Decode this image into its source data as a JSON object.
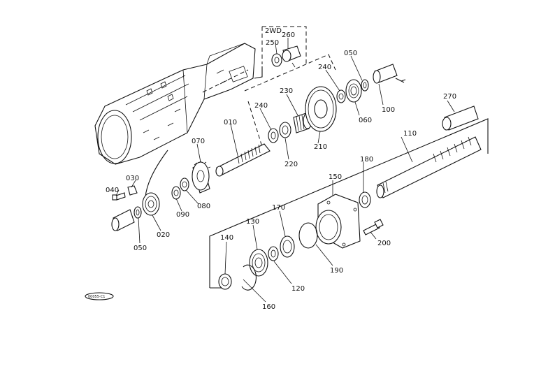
{
  "group_label": "2WD",
  "part_numbers": {
    "p010": "010",
    "p020": "020",
    "p030": "030",
    "p040": "040",
    "p050a": "050",
    "p050b": "050",
    "p060": "060",
    "p070": "070",
    "p080": "080",
    "p090": "090",
    "p100": "100",
    "p110": "110",
    "p120": "120",
    "p130": "130",
    "p140": "140",
    "p150": "150",
    "p160": "160",
    "p170": "170",
    "p180": "180",
    "p190": "190",
    "p200": "200",
    "p210": "210",
    "p220": "220",
    "p230": "230",
    "p240a": "240",
    "p240b": "240",
    "p250": "250",
    "p260": "260",
    "p270": "270"
  },
  "stamp": "00055-C1"
}
